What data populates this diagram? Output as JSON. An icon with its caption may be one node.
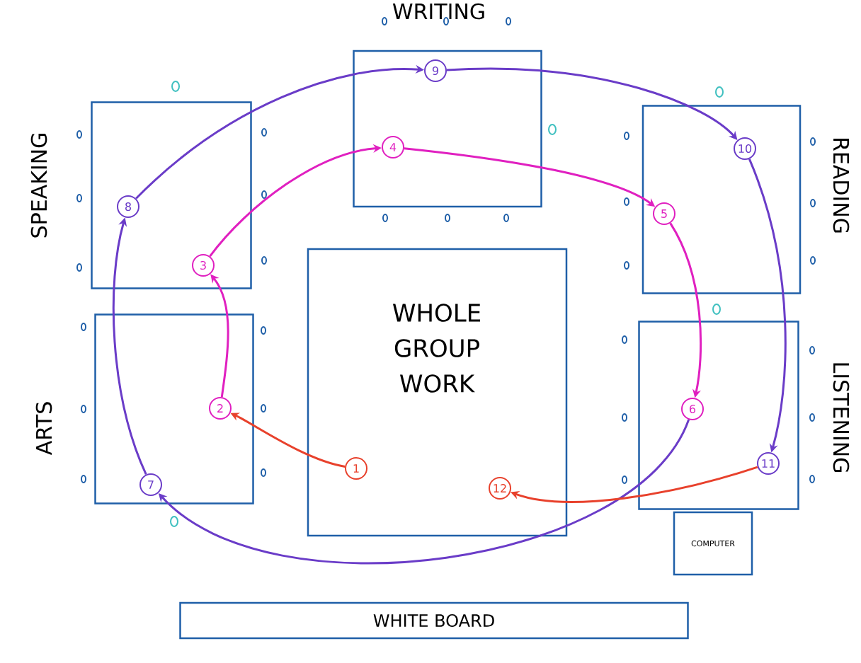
{
  "diagram": {
    "nodes": [
      {
        "text": [
          "SPEAKING"
        ]
      },
      {
        "text": [
          "8"
        ],
        "in": 0
      },
      {
        "text": [
          "3"
        ],
        "in": 0
      },
      {
        "text": [
          "WRITING"
        ]
      },
      {
        "text": [
          "9"
        ],
        "in": 3
      },
      {
        "text": [
          "4"
        ],
        "in": 3
      },
      {
        "text": [
          "READING"
        ]
      },
      {
        "text": [
          "10"
        ],
        "in": 6
      },
      {
        "text": [
          "5"
        ],
        "in": 6
      },
      {
        "text": [
          "ARTS"
        ]
      },
      {
        "text": [
          "2"
        ],
        "in": 9
      },
      {
        "text": [
          "7"
        ],
        "in": 9
      },
      {
        "text": [
          "WHOLE GROUP WORK"
        ]
      },
      {
        "text": [
          "1"
        ],
        "in": 12
      },
      {
        "text": [
          "12"
        ],
        "in": 12
      },
      {
        "text": [
          "LISTENING"
        ]
      },
      {
        "text": [
          "6"
        ],
        "in": 15
      },
      {
        "text": [
          "11"
        ],
        "in": 15
      },
      {
        "text": [
          "COMPUTER"
        ]
      },
      {
        "text": [
          "WHITE BOARD"
        ]
      }
    ],
    "edges": [
      {
        "from": 13,
        "to": 10,
        "arrow": "to",
        "color": "#e8412c"
      },
      {
        "from": 10,
        "to": 2,
        "arrow": "to",
        "color": "#e020c0"
      },
      {
        "from": 2,
        "to": 5,
        "arrow": "to",
        "color": "#e020c0"
      },
      {
        "from": 5,
        "to": 8,
        "arrow": "to",
        "color": "#e020c0"
      },
      {
        "from": 8,
        "to": 16,
        "arrow": "to",
        "color": "#e020c0"
      },
      {
        "from": 16,
        "to": 11,
        "arrow": "to",
        "color": "#6a3cc8"
      },
      {
        "from": 11,
        "to": 1,
        "arrow": "to",
        "color": "#6a3cc8"
      },
      {
        "from": 1,
        "to": 4,
        "arrow": "to",
        "color": "#6a3cc8"
      },
      {
        "from": 4,
        "to": 7,
        "arrow": "to",
        "color": "#6a3cc8"
      },
      {
        "from": 7,
        "to": 17,
        "arrow": "to",
        "color": "#6a3cc8"
      },
      {
        "from": 17,
        "to": 14,
        "arrow": "to",
        "color": "#e8412c"
      }
    ]
  }
}
